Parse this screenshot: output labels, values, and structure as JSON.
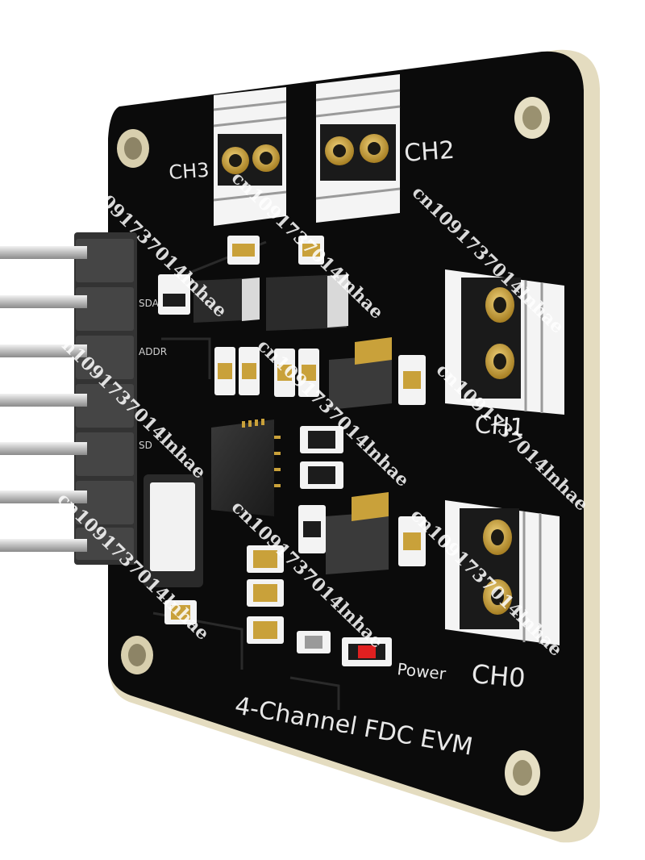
{
  "board": {
    "title": "4-Channel FDC EVM",
    "power_label": "Power",
    "channels": [
      "CH0",
      "CH1",
      "CH2",
      "CH3"
    ],
    "header_pins": [
      "SDA",
      "ADDR",
      "SD"
    ]
  },
  "watermark": "cn1091737014lnhae",
  "colors": {
    "pcb": "#0b0b0b",
    "board_edge": "#e4dcc0",
    "gold_pad": "#c9a13a",
    "terminal_block": "#f4f4f4",
    "led": "#e02020"
  }
}
